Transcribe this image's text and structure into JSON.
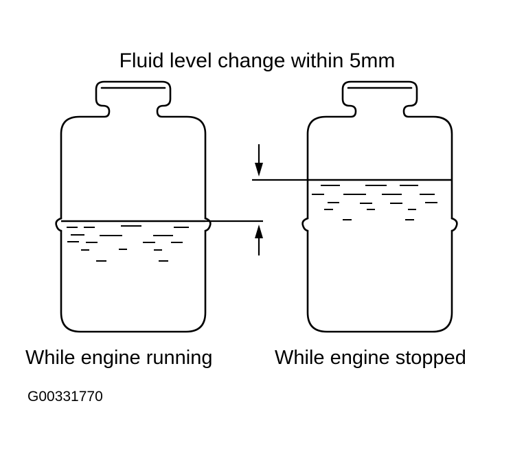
{
  "title": "Fluid level change within 5mm",
  "captions": {
    "running": "While engine running",
    "stopped": "While engine stopped"
  },
  "figure_code": "G00331770",
  "colors": {
    "ink": "#000000",
    "background": "#ffffff"
  }
}
